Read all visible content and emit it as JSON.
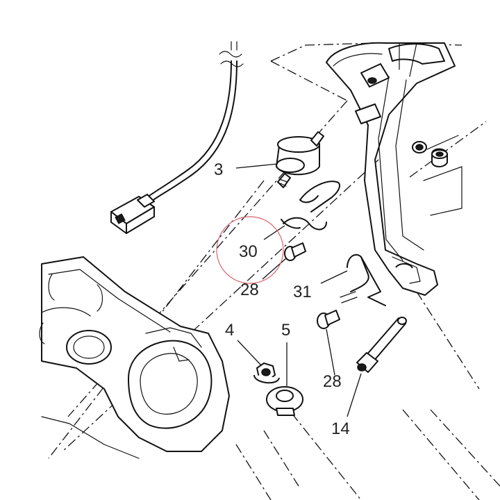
{
  "colors": {
    "line": "#111111",
    "label": "#222222",
    "highlight_circle": "#d9646e",
    "background": "#ffffff"
  },
  "labels": {
    "p3": "3",
    "p30": "30",
    "p28_upper": "28",
    "p31": "31",
    "p4": "4",
    "p5": "5",
    "p28_lower": "28",
    "p14": "14"
  }
}
